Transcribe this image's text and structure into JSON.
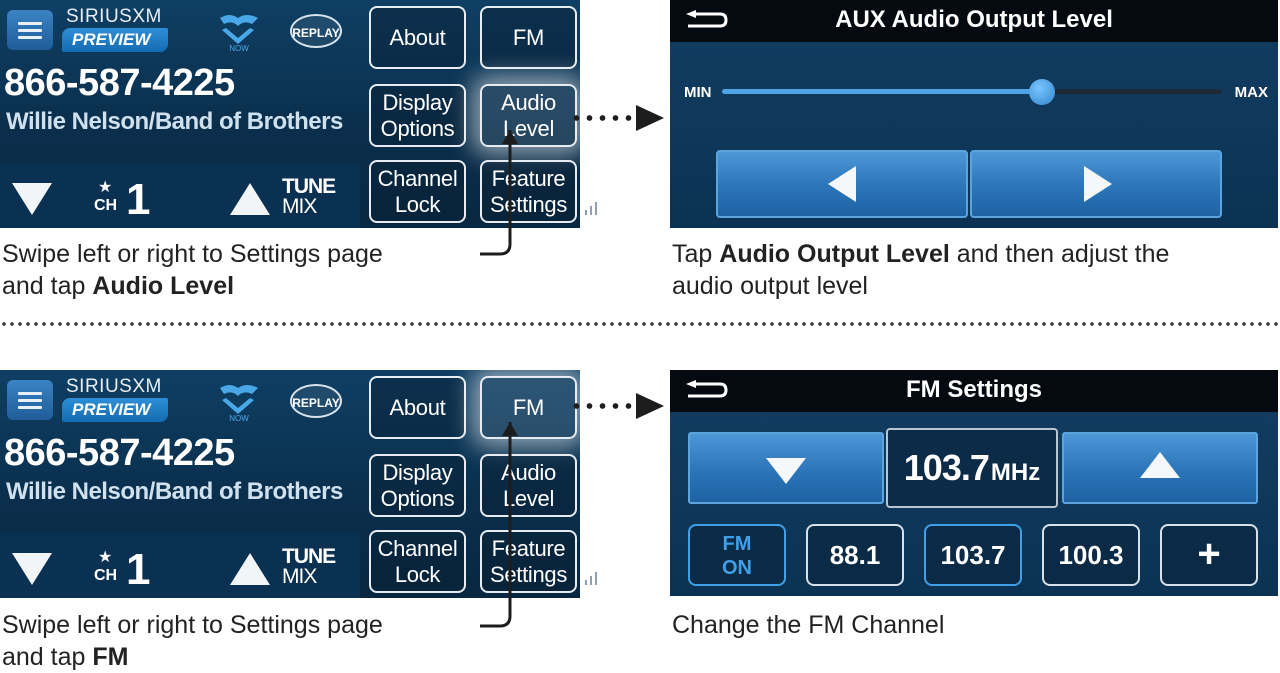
{
  "radio": {
    "brand_top": "SIRIUSXM",
    "brand_preview": "PREVIEW",
    "now_label": "NOW",
    "replay_label": "REPLAY",
    "phone": "866-587-4225",
    "artist": "Willie Nelson/Band of Brothers",
    "channel_label": "CH",
    "channel_number": "1",
    "tune_label": "TUNE",
    "mix_label": "MIX",
    "buttons": {
      "about": "About",
      "fm": "FM",
      "display_line1": "Display",
      "display_line2": "Options",
      "audio_line1": "Audio",
      "audio_line2": "Level",
      "channel_line1": "Channel",
      "channel_line2": "Lock",
      "feature_line1": "Feature",
      "feature_line2": "Settings"
    }
  },
  "captions": {
    "step1_line1": "Swipe left or right to Settings page",
    "step1_line2_prefix": "and tap ",
    "step1_line2_bold": "Audio Level",
    "step2_prefix": "Tap ",
    "step2_bold": "Audio Output Level",
    "step2_suffix": " and then adjust the",
    "step2_line2": "audio output level",
    "step3_line1": "Swipe left or right to Settings page",
    "step3_line2_prefix": "and tap ",
    "step3_line2_bold": "FM",
    "step4": "Change the FM Channel"
  },
  "aux": {
    "title": "AUX Audio Output Level",
    "min_label": "MIN",
    "max_label": "MAX",
    "level_fraction": 0.64
  },
  "fm": {
    "title": "FM Settings",
    "frequency": "103.7",
    "unit": "MHz",
    "fm_on_line1": "FM",
    "fm_on_line2": "ON",
    "presets": [
      "88.1",
      "103.7",
      "100.3"
    ],
    "add_label": "+"
  },
  "colors": {
    "screen_bg": "#0c3253",
    "accent_blue": "#3fa0e8",
    "button_blue": "#2b75b8"
  }
}
